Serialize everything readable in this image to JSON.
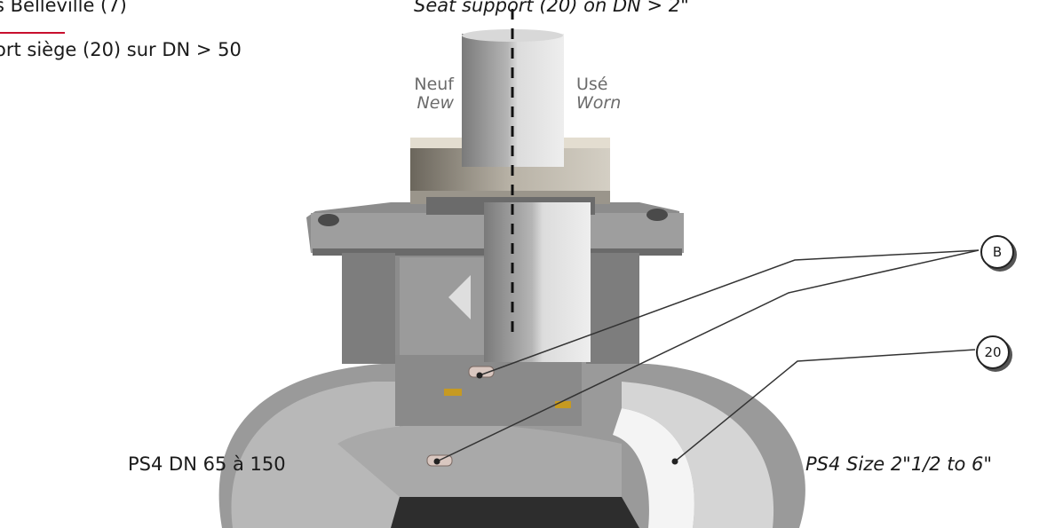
{
  "labels": {
    "top_left_1": "s Belleville (7)",
    "top_left_2": "ort siège (20) sur DN > 50",
    "top_right": "Seat support (20) on DN > 2\"",
    "left_state_fr": "Neuf",
    "left_state_en": "New",
    "right_state_fr": "Usé",
    "right_state_en": "Worn",
    "bottom_left": "PS4 DN 65 à 150",
    "bottom_right": "PS4 Size 2\"1/2 to 6\""
  },
  "callouts": [
    {
      "id": "B",
      "label": "B"
    },
    {
      "id": "20",
      "label": "20"
    }
  ],
  "colors": {
    "accent_red": "#c8102e",
    "body_grey": "#8e8e8e",
    "dark_grey": "#5a5a5a",
    "light_grey": "#c9c9c9"
  }
}
